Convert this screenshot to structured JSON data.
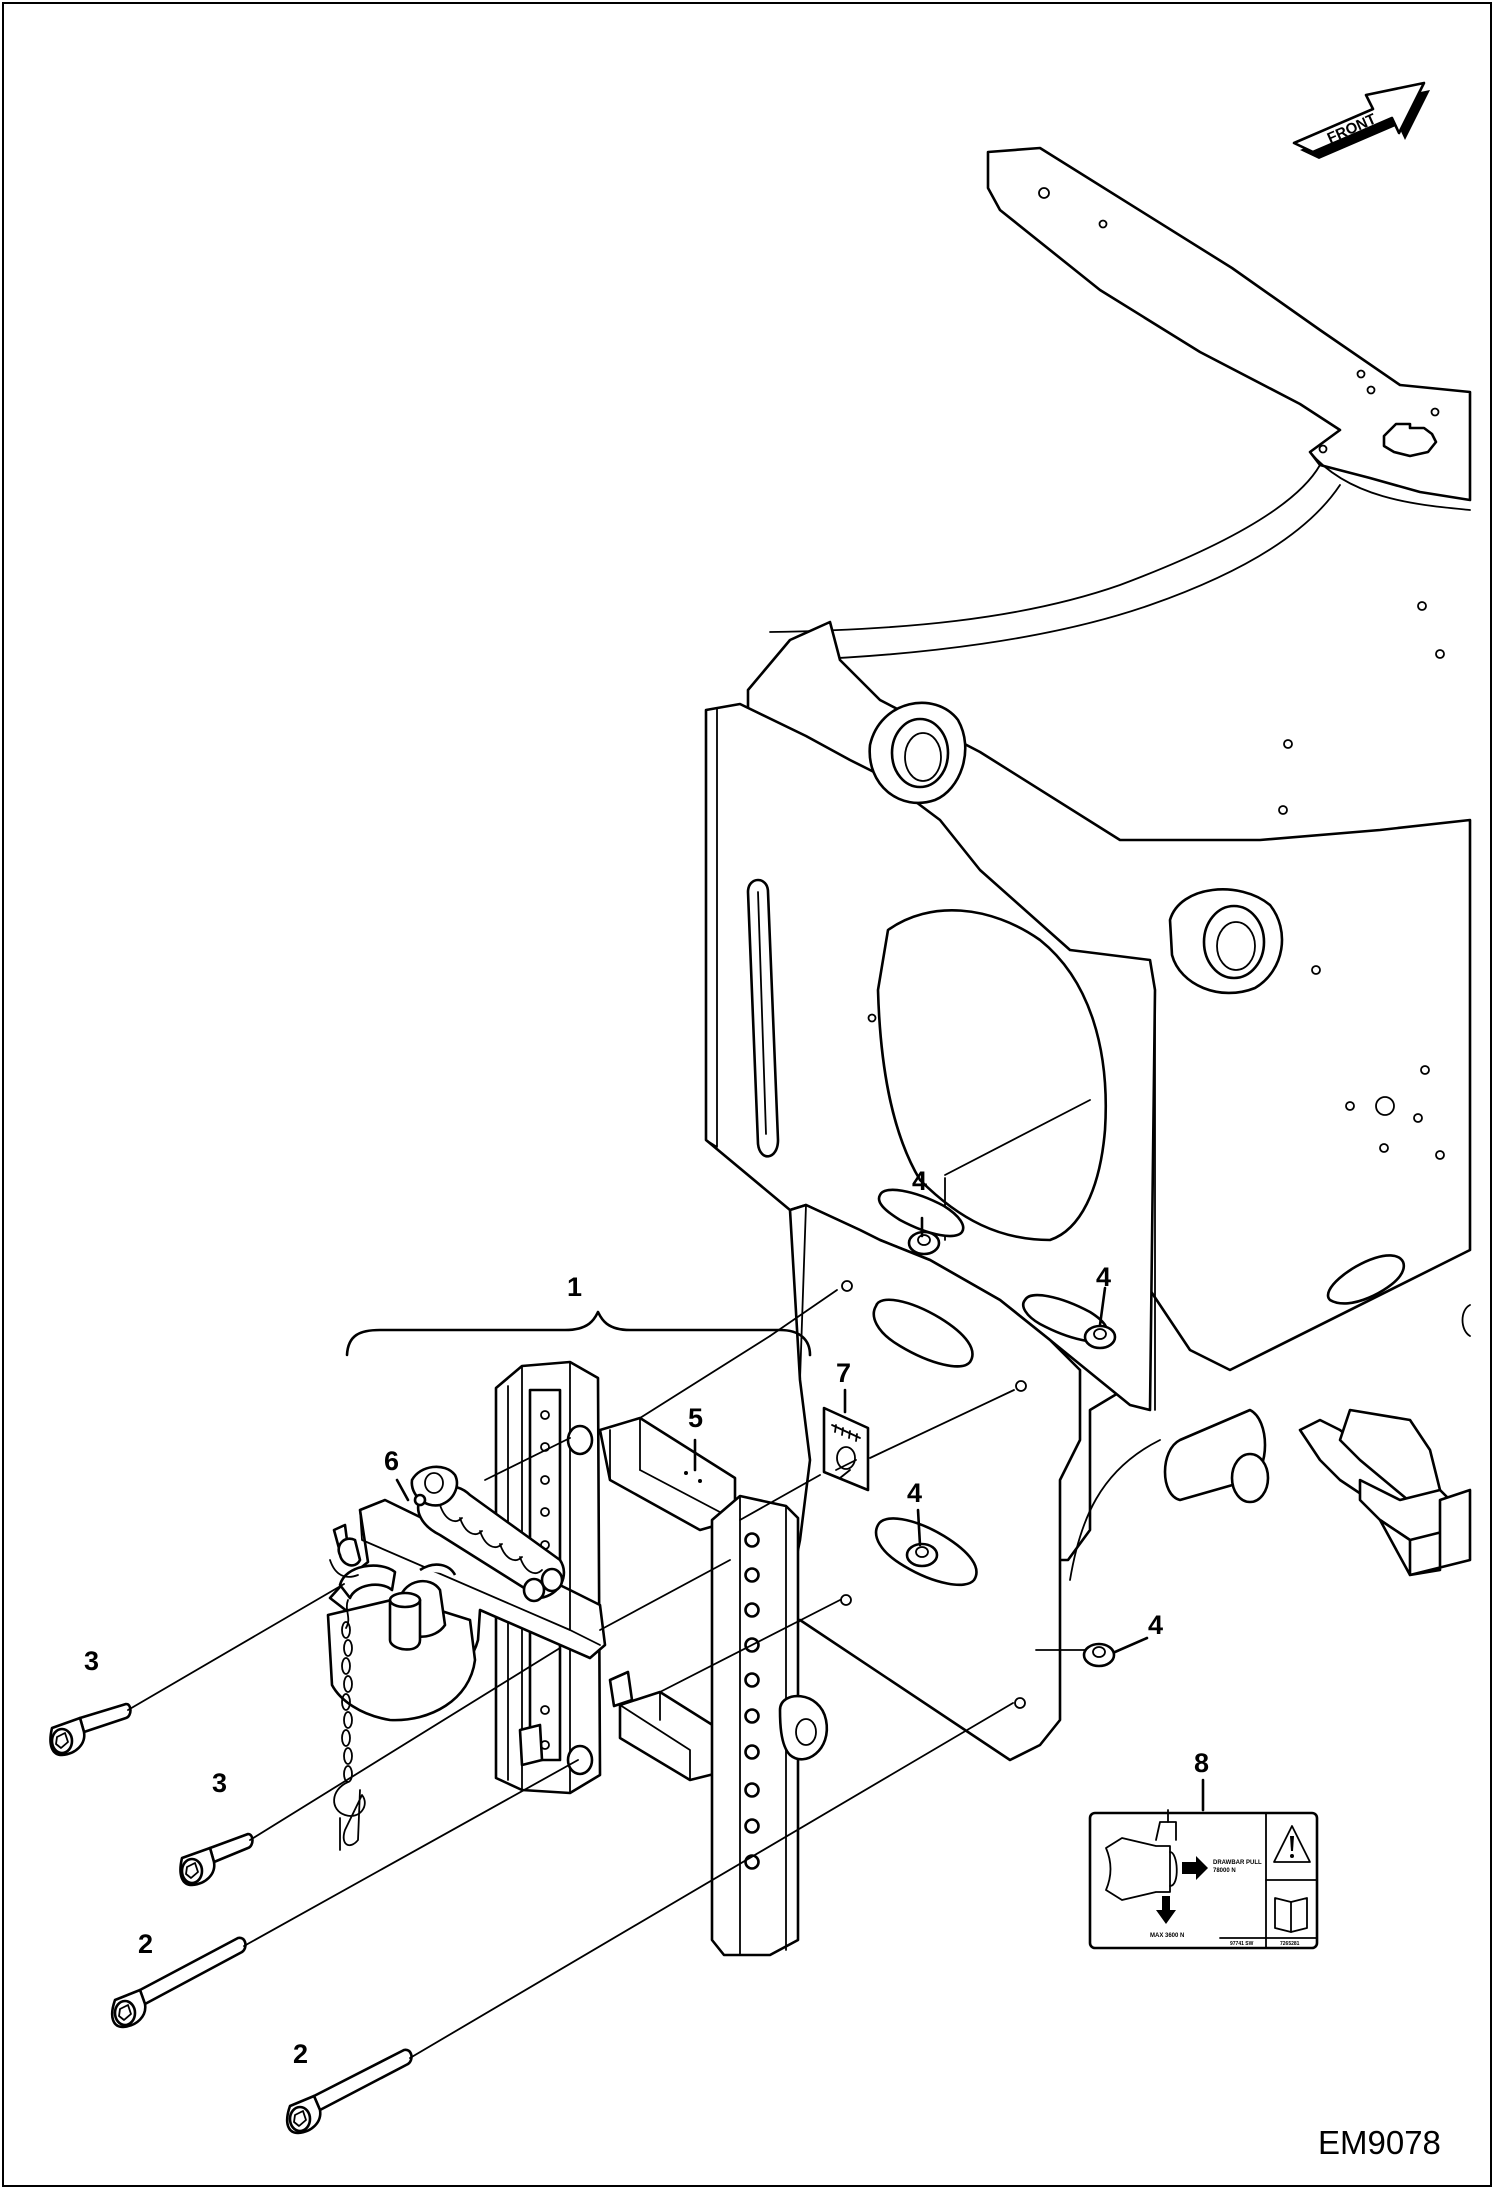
{
  "figure_id": "EM9078",
  "front_arrow_label": "FRONT",
  "callouts": [
    {
      "id": "c1",
      "text": "1"
    },
    {
      "id": "c2a",
      "text": "2"
    },
    {
      "id": "c2b",
      "text": "2"
    },
    {
      "id": "c3a",
      "text": "3"
    },
    {
      "id": "c3b",
      "text": "3"
    },
    {
      "id": "c4a",
      "text": "4"
    },
    {
      "id": "c4b",
      "text": "4"
    },
    {
      "id": "c4c",
      "text": "4"
    },
    {
      "id": "c4d",
      "text": "4"
    },
    {
      "id": "c5",
      "text": "5"
    },
    {
      "id": "c6",
      "text": "6"
    },
    {
      "id": "c7",
      "text": "7"
    },
    {
      "id": "c8",
      "text": "8"
    }
  ],
  "decal": {
    "pull_label": "DRAWBAR PULL",
    "pull_value": "78000 N",
    "vertical_load": "MAX 3600 N",
    "code_left": "97741 SW",
    "code_right": "7265281",
    "warning_icon": "warning-triangle-icon",
    "manual_icon": "open-book-icon"
  }
}
